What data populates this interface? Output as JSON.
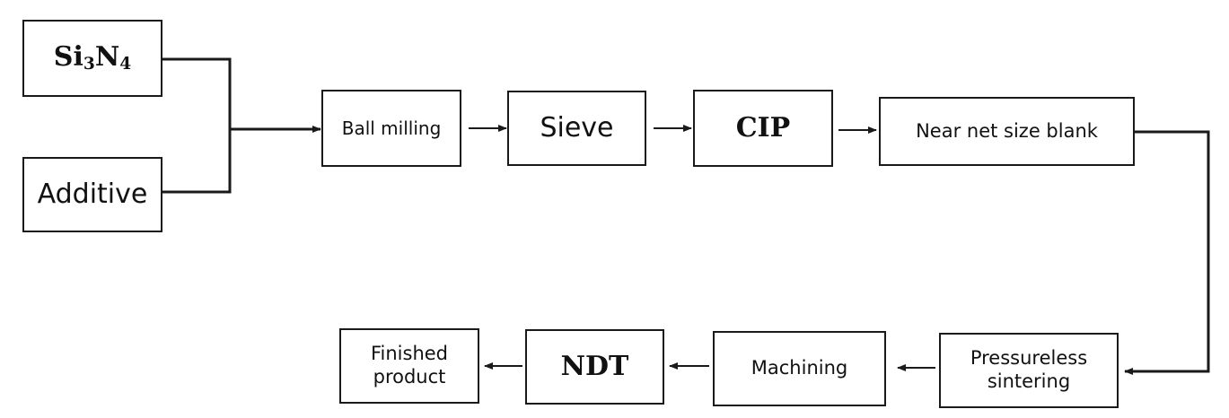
{
  "diagram": {
    "nodes": {
      "si3n4": {
        "main1": "Si",
        "sub1": "3",
        "main2": "N",
        "sub2": "4"
      },
      "additive": {
        "label": "Additive"
      },
      "ball_milling": {
        "label": "Ball milling"
      },
      "sieve": {
        "label": "Sieve"
      },
      "cip": {
        "label": "CIP"
      },
      "near_net": {
        "label": "Near net size blank"
      },
      "pressureless": {
        "label": "Pressureless\nsintering"
      },
      "machining": {
        "label": "Machining"
      },
      "ndt": {
        "label": "NDT"
      },
      "finished": {
        "label": "Finished\nproduct"
      }
    },
    "edges": [
      {
        "from": "si3n4",
        "to": "ball_milling"
      },
      {
        "from": "additive",
        "to": "ball_milling"
      },
      {
        "from": "ball_milling",
        "to": "sieve"
      },
      {
        "from": "sieve",
        "to": "cip"
      },
      {
        "from": "cip",
        "to": "near_net"
      },
      {
        "from": "near_net",
        "to": "pressureless"
      },
      {
        "from": "pressureless",
        "to": "machining"
      },
      {
        "from": "machining",
        "to": "ndt"
      },
      {
        "from": "ndt",
        "to": "finished"
      }
    ],
    "colors": {
      "line": "#1a1a1a",
      "box_border": "#1a1a1a",
      "text": "#111111"
    }
  }
}
